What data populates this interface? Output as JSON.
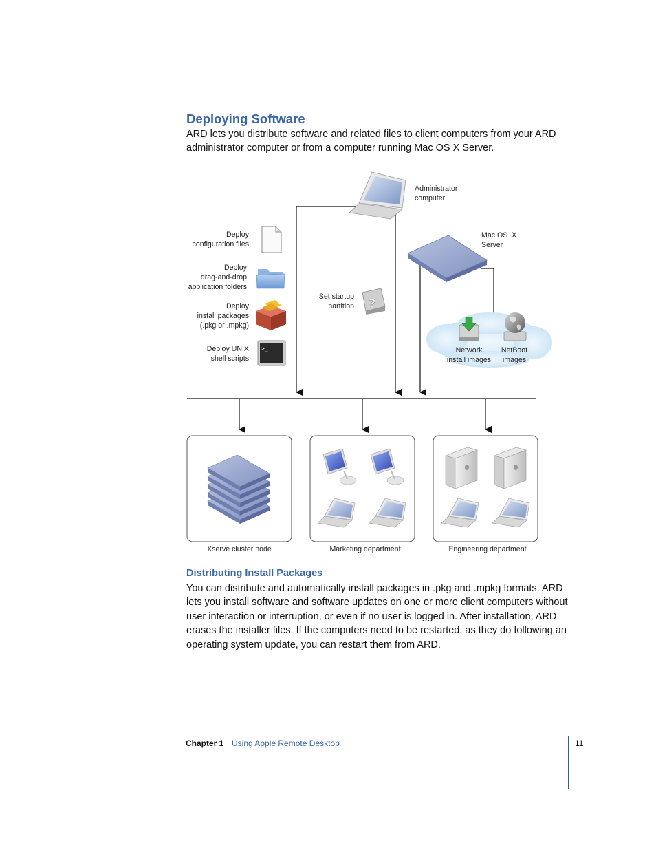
{
  "heading": "Deploying Software",
  "intro": "ARD lets you distribute software and related files to client computers from your ARD administrator computer or from a computer running Mac OS X Server.",
  "diagram": {
    "admin_label_1": "Administrator",
    "admin_label_2": "computer",
    "server_label_1": "Mac OS  X",
    "server_label_2": "Server",
    "config_1": "Deploy",
    "config_2": "configuration files",
    "folders_1": "Deploy",
    "folders_2": "drag-and-drop",
    "folders_3": "application folders",
    "packages_1": "Deploy",
    "packages_2": "install packages",
    "packages_3": "(.pkg or .mpkg)",
    "scripts_1": "Deploy UNIX",
    "scripts_2": "shell scripts",
    "startup_1": "Set startup",
    "startup_2": "partition",
    "network_1": "Network",
    "network_2": "install images",
    "netboot_1": "NetBoot",
    "netboot_2": "images",
    "group_xserve": "Xserve cluster node",
    "group_marketing": "Marketing department",
    "group_engineering": "Engineering department"
  },
  "subheading": "Distributing Install Packages",
  "dist_text": "You can distribute and automatically install packages in .pkg and .mpkg formats. ARD lets you install software and software updates on one or more client computers without user interaction or interruption, or even if no user is logged in. After installation, ARD erases the installer files. If the computers need to be restarted, as they do following an operating system update, you can restart them from ARD.",
  "footer": {
    "chapter": "Chapter 1",
    "title": "Using Apple Remote Desktop",
    "page": "11"
  },
  "colors": {
    "heading": "#3a66a8",
    "cloud": "#d6ebf7",
    "server": "#8c9cc6"
  }
}
